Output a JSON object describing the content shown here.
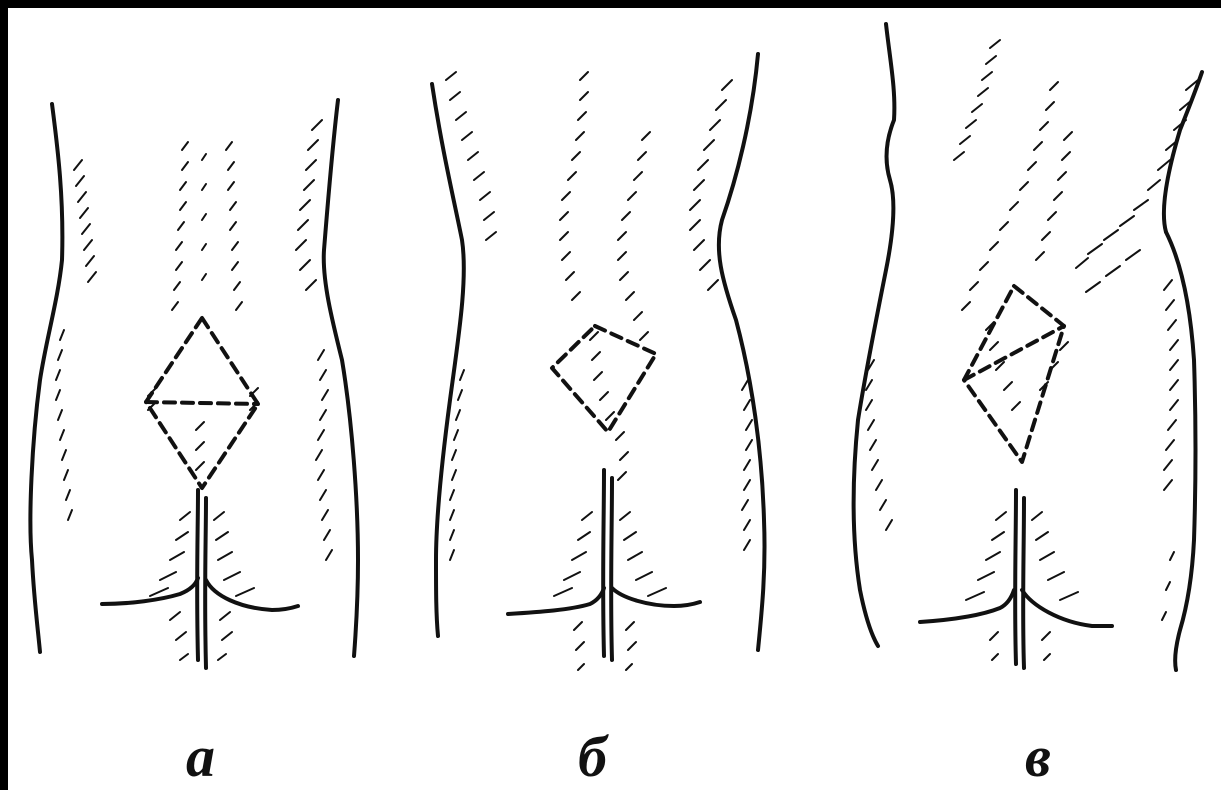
{
  "figure": {
    "panels": [
      {
        "id": "a",
        "caption": "а",
        "rhombus": "symmetric"
      },
      {
        "id": "b",
        "caption": "б",
        "rhombus": "shifted"
      },
      {
        "id": "v",
        "caption": "в",
        "rhombus": "tilted"
      }
    ]
  },
  "colors": {
    "frame": "#000000",
    "paper": "#ffffff",
    "ink": "#111111"
  }
}
